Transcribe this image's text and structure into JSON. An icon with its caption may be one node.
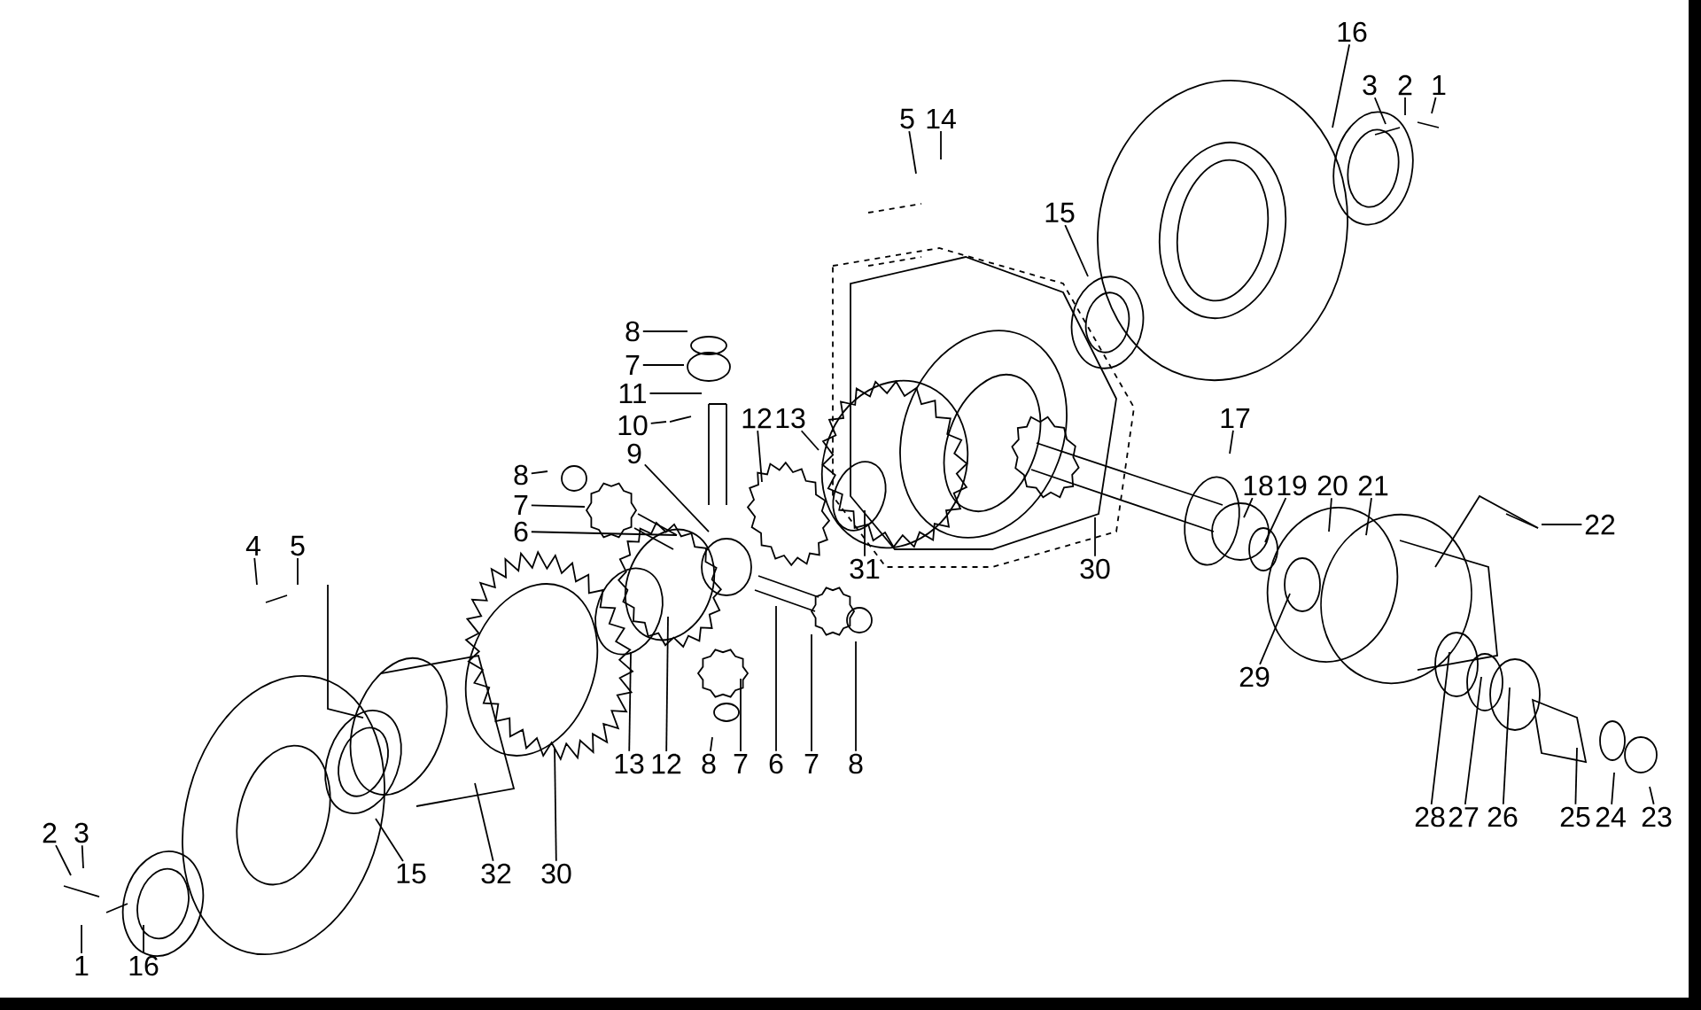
{
  "diagram": {
    "nodes": [
      {
        "text": [
          "16"
        ]
      },
      {
        "text": [
          "3"
        ]
      },
      {
        "text": [
          "2"
        ]
      },
      {
        "text": [
          "1"
        ]
      },
      {
        "text": [
          "5"
        ]
      },
      {
        "text": [
          "14"
        ]
      },
      {
        "text": [
          "15"
        ]
      },
      {
        "text": [
          "8"
        ]
      },
      {
        "text": [
          "7"
        ]
      },
      {
        "text": [
          "11"
        ]
      },
      {
        "text": [
          "10"
        ]
      },
      {
        "text": [
          "9"
        ]
      },
      {
        "text": [
          "12"
        ]
      },
      {
        "text": [
          "13"
        ]
      },
      {
        "text": [
          "8"
        ]
      },
      {
        "text": [
          "7"
        ]
      },
      {
        "text": [
          "6"
        ]
      },
      {
        "text": [
          "17"
        ]
      },
      {
        "text": [
          "18"
        ]
      },
      {
        "text": [
          "19"
        ]
      },
      {
        "text": [
          "20"
        ]
      },
      {
        "text": [
          "21"
        ]
      },
      {
        "text": [
          "22"
        ]
      },
      {
        "text": [
          "4"
        ]
      },
      {
        "text": [
          "5"
        ]
      },
      {
        "text": [
          "31"
        ]
      },
      {
        "text": [
          "30"
        ]
      },
      {
        "text": [
          "29"
        ]
      },
      {
        "text": [
          "13"
        ]
      },
      {
        "text": [
          "12"
        ]
      },
      {
        "text": [
          "8"
        ]
      },
      {
        "text": [
          "7"
        ]
      },
      {
        "text": [
          "6"
        ]
      },
      {
        "text": [
          "7"
        ]
      },
      {
        "text": [
          "8"
        ]
      },
      {
        "text": [
          "15"
        ]
      },
      {
        "text": [
          "32"
        ]
      },
      {
        "text": [
          "30"
        ]
      },
      {
        "text": [
          "28"
        ]
      },
      {
        "text": [
          "27"
        ]
      },
      {
        "text": [
          "26"
        ]
      },
      {
        "text": [
          "25"
        ]
      },
      {
        "text": [
          "24"
        ]
      },
      {
        "text": [
          "23"
        ]
      },
      {
        "text": [
          "2"
        ]
      },
      {
        "text": [
          "3"
        ]
      },
      {
        "text": [
          "1"
        ]
      },
      {
        "text": [
          "16"
        ]
      }
    ],
    "edges": [
      {
        "from": 0,
        "to": null,
        "arrow": "none"
      },
      {
        "from": 1,
        "to": null,
        "arrow": "none"
      },
      {
        "from": 2,
        "to": null,
        "arrow": "none"
      },
      {
        "from": 3,
        "to": null,
        "arrow": "none"
      },
      {
        "from": 4,
        "to": null,
        "arrow": "none"
      },
      {
        "from": 5,
        "to": null,
        "arrow": "none"
      },
      {
        "from": 6,
        "to": null,
        "arrow": "none"
      },
      {
        "from": 7,
        "to": null,
        "arrow": "none"
      },
      {
        "from": 8,
        "to": null,
        "arrow": "none"
      },
      {
        "from": 9,
        "to": null,
        "arrow": "none"
      },
      {
        "from": 10,
        "to": null,
        "arrow": "none"
      },
      {
        "from": 11,
        "to": null,
        "arrow": "none"
      },
      {
        "from": 12,
        "to": null,
        "arrow": "none"
      },
      {
        "from": 13,
        "to": null,
        "arrow": "none"
      },
      {
        "from": 14,
        "to": null,
        "arrow": "none"
      },
      {
        "from": 15,
        "to": null,
        "arrow": "none"
      },
      {
        "from": 16,
        "to": null,
        "arrow": "none"
      },
      {
        "from": 17,
        "to": null,
        "arrow": "none"
      },
      {
        "from": 18,
        "to": null,
        "arrow": "none"
      },
      {
        "from": 19,
        "to": null,
        "arrow": "none"
      },
      {
        "from": 20,
        "to": null,
        "arrow": "none"
      },
      {
        "from": 21,
        "to": null,
        "arrow": "none"
      },
      {
        "from": 22,
        "to": null,
        "arrow": "none"
      },
      {
        "from": 23,
        "to": null,
        "arrow": "none"
      },
      {
        "from": 24,
        "to": null,
        "arrow": "none"
      },
      {
        "from": 25,
        "to": null,
        "arrow": "none"
      },
      {
        "from": 26,
        "to": null,
        "arrow": "none"
      },
      {
        "from": 27,
        "to": null,
        "arrow": "none"
      },
      {
        "from": 28,
        "to": null,
        "arrow": "none"
      },
      {
        "from": 29,
        "to": null,
        "arrow": "none"
      },
      {
        "from": 30,
        "to": null,
        "arrow": "none"
      },
      {
        "from": 31,
        "to": null,
        "arrow": "none"
      },
      {
        "from": 32,
        "to": null,
        "arrow": "none"
      },
      {
        "from": 33,
        "to": null,
        "arrow": "none"
      },
      {
        "from": 34,
        "to": null,
        "arrow": "none"
      },
      {
        "from": 35,
        "to": null,
        "arrow": "none"
      },
      {
        "from": 36,
        "to": null,
        "arrow": "none"
      },
      {
        "from": 37,
        "to": null,
        "arrow": "none"
      },
      {
        "from": 38,
        "to": null,
        "arrow": "none"
      },
      {
        "from": 39,
        "to": null,
        "arrow": "none"
      },
      {
        "from": 40,
        "to": null,
        "arrow": "none"
      },
      {
        "from": 41,
        "to": null,
        "arrow": "none"
      },
      {
        "from": 42,
        "to": null,
        "arrow": "none"
      },
      {
        "from": 43,
        "to": null,
        "arrow": "none"
      },
      {
        "from": 44,
        "to": null,
        "arrow": "none"
      },
      {
        "from": 45,
        "to": null,
        "arrow": "none"
      },
      {
        "from": 46,
        "to": null,
        "arrow": "none"
      },
      {
        "from": 47,
        "to": null,
        "arrow": "none"
      }
    ]
  }
}
